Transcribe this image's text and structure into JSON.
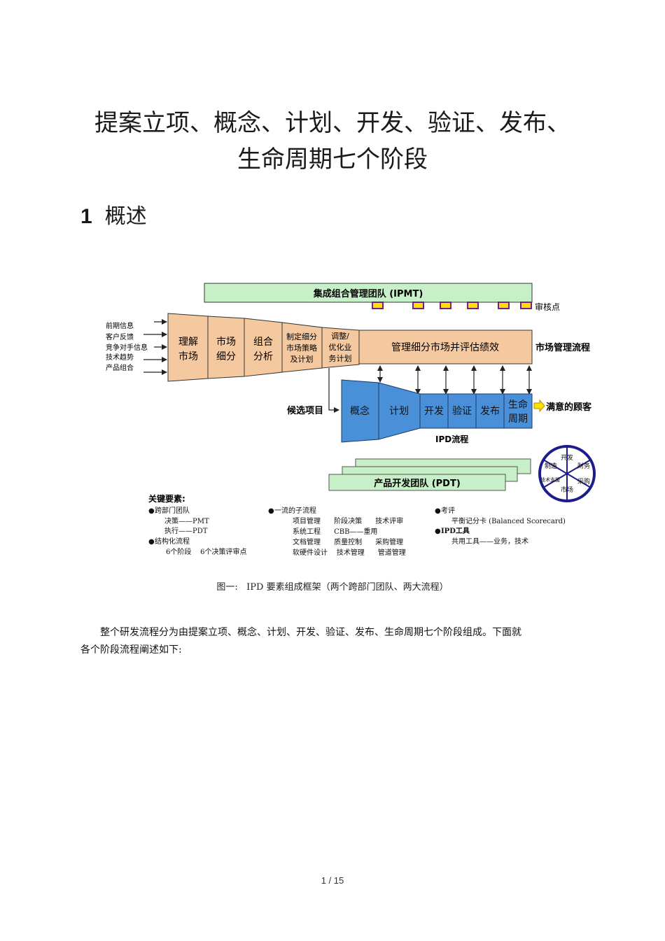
{
  "title": {
    "line1": "提案立项、概念、计划、开发、验证、发布、",
    "line2": "生命周期七个阶段"
  },
  "heading": {
    "number": "1",
    "text": "概述"
  },
  "figure": {
    "ipmt": "集成组合管理团队 (IPMT)",
    "review_label": "审核点",
    "inputs": [
      "前期信息",
      "客户反馈",
      "竞争对手信息",
      "技术趋势",
      "产品组合"
    ],
    "market_stages": [
      [
        "理解",
        "市场"
      ],
      [
        "市场",
        "细分"
      ],
      [
        "组合",
        "分析"
      ],
      [
        "制定细分",
        "市场策略",
        "及计划"
      ],
      [
        "调整/",
        "优化业",
        "务计划"
      ]
    ],
    "market_mgmt_box": "管理细分市场并评估绩效",
    "market_flow_label": "市场管理流程",
    "candidate": "候选项目",
    "ipd_stages": [
      "概念",
      "计划",
      "开发",
      "验证",
      "发布"
    ],
    "lifecycle": [
      "生命",
      "周期"
    ],
    "customer": "满意的顾客",
    "ipd_flow_label": "IPD流程",
    "pdt": "产品开发团队 (PDT)",
    "wheel": [
      "开发",
      "财务",
      "采购",
      "市场",
      "技术支援",
      "制造"
    ],
    "key_elements_title": "关键要素:",
    "key_col1": [
      {
        "bullet": true,
        "text": "跨部门团队"
      },
      {
        "bullet": false,
        "text": "决策——PMT"
      },
      {
        "bullet": false,
        "text": "执行——PDT"
      },
      {
        "bullet": true,
        "text": "结构化流程"
      },
      {
        "bullet": false,
        "text": "6个阶段    6个决策评审点"
      }
    ],
    "key_col2": [
      {
        "bullet": true,
        "text": "一流的子流程"
      },
      {
        "bullet": false,
        "text": "项目管理      阶段决策      技术评审"
      },
      {
        "bullet": false,
        "text": "系统工程      CBB——重用"
      },
      {
        "bullet": false,
        "text": "文档管理      质量控制      采购管理"
      },
      {
        "bullet": false,
        "text": "软硬件设计    技术管理      管道管理"
      }
    ],
    "key_col3": [
      {
        "bullet": true,
        "text": "考评"
      },
      {
        "bullet": false,
        "text": "平衡记分卡 (Balanced Scorecard)"
      },
      {
        "bullet": true,
        "text": "IPD工具"
      },
      {
        "bullet": false,
        "text": "共用工具——业务，技术"
      }
    ],
    "colors": {
      "green": "#c8f0c8",
      "orange": "#f5c9a0",
      "blue": "#4a90d9",
      "yellow": "#ffe000",
      "review_border": "#7a1f7a",
      "wheel": "#1c1c8a"
    }
  },
  "caption": "图一:   IPD 要素组成框架（两个跨部门团队、两大流程）",
  "paragraph": {
    "line1": "整个研发流程分为由提案立项、概念、计划、开发、验证、发布、生命周期七个阶段组成。下面就",
    "line2": "各个阶段流程阐述如下:"
  },
  "page_number": "1 / 15"
}
